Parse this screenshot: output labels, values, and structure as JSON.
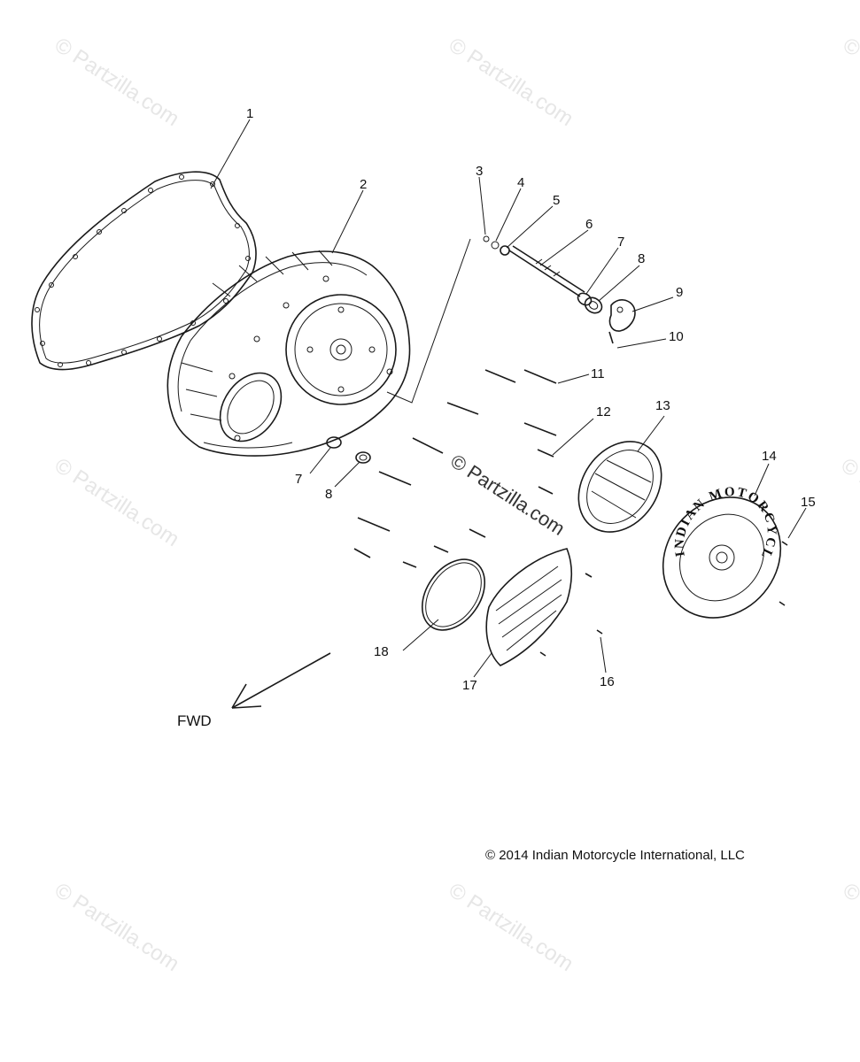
{
  "watermark": "© Partzilla.com",
  "center_watermark": "© Partzilla.com",
  "copyright": "© 2014 Indian Motorcycle International, LLC",
  "direction_label": "FWD",
  "badge_text": "INDIAN MOTORCYCLE 1901",
  "callouts": [
    {
      "id": "1",
      "label": "1"
    },
    {
      "id": "2",
      "label": "2"
    },
    {
      "id": "3",
      "label": "3"
    },
    {
      "id": "4",
      "label": "4"
    },
    {
      "id": "5",
      "label": "5"
    },
    {
      "id": "6",
      "label": "6"
    },
    {
      "id": "7a",
      "label": "7"
    },
    {
      "id": "8a",
      "label": "8"
    },
    {
      "id": "9",
      "label": "9"
    },
    {
      "id": "10",
      "label": "10"
    },
    {
      "id": "11",
      "label": "11"
    },
    {
      "id": "12",
      "label": "12"
    },
    {
      "id": "13",
      "label": "13"
    },
    {
      "id": "14",
      "label": "14"
    },
    {
      "id": "15",
      "label": "15"
    },
    {
      "id": "7b",
      "label": "7"
    },
    {
      "id": "8b",
      "label": "8"
    },
    {
      "id": "18",
      "label": "18"
    },
    {
      "id": "17",
      "label": "17"
    },
    {
      "id": "16",
      "label": "16"
    }
  ]
}
